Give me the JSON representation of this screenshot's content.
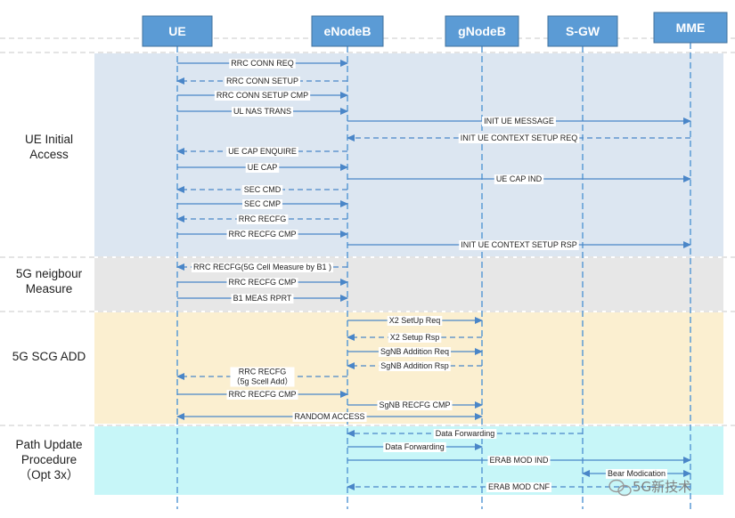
{
  "colors": {
    "node": "#5b9bd5",
    "arrow": "#4a86c8",
    "band_ue_initial": "#dce6f1",
    "band_measure": "#e7e7e7",
    "band_scg": "#fbefd0",
    "band_path": "#c7f6f8"
  },
  "nodes": [
    "UE",
    "eNodeB",
    "gNodeB",
    "S-GW",
    "MME"
  ],
  "sections": [
    {
      "id": "ue-initial-access",
      "lines": [
        "UE  Initial",
        "Access"
      ]
    },
    {
      "id": "5g-neighbour-measure",
      "lines": [
        "5G neigbour",
        "Measure"
      ]
    },
    {
      "id": "5g-scg-add",
      "lines": [
        "5G SCG ADD"
      ]
    },
    {
      "id": "path-update-procedure",
      "lines": [
        "Path Update",
        "Procedure",
        "（Opt 3x）"
      ]
    }
  ],
  "messages": [
    {
      "from": "UE",
      "to": "eNodeB",
      "style": "solid",
      "lines": [
        "RRC CONN REQ"
      ]
    },
    {
      "from": "eNodeB",
      "to": "UE",
      "style": "dashed",
      "lines": [
        "RRC CONN SETUP"
      ]
    },
    {
      "from": "UE",
      "to": "eNodeB",
      "style": "solid",
      "lines": [
        "RRC CONN SETUP CMP"
      ]
    },
    {
      "from": "UE",
      "to": "eNodeB",
      "style": "solid",
      "lines": [
        "UL NAS TRANS"
      ]
    },
    {
      "from": "eNodeB",
      "to": "MME",
      "style": "solid",
      "lines": [
        "INIT UE MESSAGE"
      ]
    },
    {
      "from": "MME",
      "to": "eNodeB",
      "style": "dashed",
      "lines": [
        "INIT UE CONTEXT SETUP REQ"
      ]
    },
    {
      "from": "eNodeB",
      "to": "UE",
      "style": "dashed",
      "lines": [
        "UE CAP ENQUIRE"
      ]
    },
    {
      "from": "UE",
      "to": "eNodeB",
      "style": "solid",
      "lines": [
        "UE CAP"
      ]
    },
    {
      "from": "eNodeB",
      "to": "MME",
      "style": "solid",
      "lines": [
        "UE CAP IND"
      ]
    },
    {
      "from": "eNodeB",
      "to": "UE",
      "style": "dashed",
      "lines": [
        "SEC CMD"
      ]
    },
    {
      "from": "UE",
      "to": "eNodeB",
      "style": "solid",
      "lines": [
        "SEC CMP"
      ]
    },
    {
      "from": "eNodeB",
      "to": "UE",
      "style": "dashed",
      "lines": [
        "RRC RECFG"
      ]
    },
    {
      "from": "UE",
      "to": "eNodeB",
      "style": "solid",
      "lines": [
        "RRC RECFG CMP"
      ]
    },
    {
      "from": "eNodeB",
      "to": "MME",
      "style": "solid",
      "lines": [
        "INIT UE CONTEXT SETUP RSP"
      ]
    },
    {
      "from": "eNodeB",
      "to": "UE",
      "style": "dashed",
      "lines": [
        "RRC RECFG(5G Cell Measure by B1 )"
      ]
    },
    {
      "from": "UE",
      "to": "eNodeB",
      "style": "solid",
      "lines": [
        "RRC RECFG CMP"
      ]
    },
    {
      "from": "UE",
      "to": "eNodeB",
      "style": "solid",
      "lines": [
        "B1 MEAS RPRT"
      ]
    },
    {
      "from": "eNodeB",
      "to": "gNodeB",
      "style": "solid",
      "lines": [
        "X2 SetUp  Req"
      ]
    },
    {
      "from": "gNodeB",
      "to": "eNodeB",
      "style": "dashed",
      "lines": [
        "X2 Setup Rsp"
      ]
    },
    {
      "from": "eNodeB",
      "to": "gNodeB",
      "style": "solid",
      "lines": [
        "SgNB Addition  Req"
      ]
    },
    {
      "from": "gNodeB",
      "to": "eNodeB",
      "style": "dashed",
      "lines": [
        "SgNB Addition Rsp"
      ]
    },
    {
      "from": "eNodeB",
      "to": "UE",
      "style": "dashed",
      "lines": [
        "RRC RECFG",
        "（5g Scell Add）"
      ]
    },
    {
      "from": "UE",
      "to": "eNodeB",
      "style": "solid",
      "lines": [
        "RRC RECFG CMP"
      ]
    },
    {
      "from": "eNodeB",
      "to": "gNodeB",
      "style": "solid",
      "lines": [
        "SgNB RECFG CMP"
      ]
    },
    {
      "from": "UE",
      "to": "gNodeB",
      "style": "solid",
      "both": true,
      "lines": [
        "RANDOM ACCESS"
      ]
    },
    {
      "from": "S-GW",
      "to": "eNodeB",
      "style": "dashed",
      "lines": [
        "Data  Forwarding"
      ]
    },
    {
      "from": "eNodeB",
      "to": "gNodeB",
      "style": "solid",
      "lines": [
        "Data  Forwarding"
      ]
    },
    {
      "from": "eNodeB",
      "to": "MME",
      "style": "solid",
      "lines": [
        "ERAB MOD IND"
      ]
    },
    {
      "from": "MME",
      "to": "S-GW",
      "style": "solid",
      "both": true,
      "lines": [
        "Bear Modication"
      ]
    },
    {
      "from": "MME",
      "to": "eNodeB",
      "style": "dashed",
      "lines": [
        "ERAB MOD CNF"
      ]
    }
  ],
  "watermark": "5G新技术",
  "watermark_icon": "wechat-icon"
}
